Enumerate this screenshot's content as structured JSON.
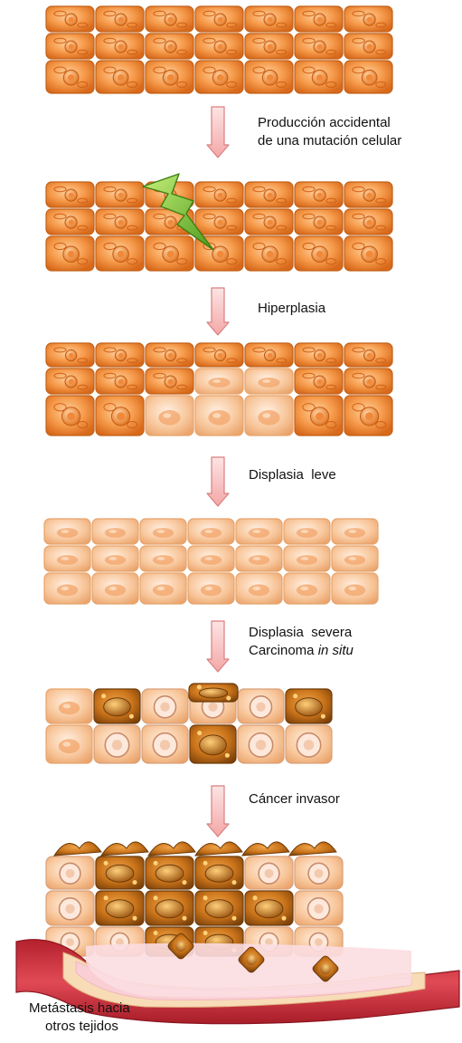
{
  "diagram": {
    "steps": [
      {
        "id": "normal",
        "label": ""
      },
      {
        "id": "mutation",
        "label": "Producción accidental\nde una mutación celular"
      },
      {
        "id": "hyperplasia",
        "label": "Hiperplasia"
      },
      {
        "id": "mild_dysplasia",
        "label": "Displasia  leve"
      },
      {
        "id": "severe_dysplasia",
        "label_line1": "Displasia  severa",
        "label_line2_prefix": "Carcinoma ",
        "label_line2_italic": "in situ"
      },
      {
        "id": "invasive",
        "label": "Cáncer invasor"
      }
    ],
    "metastasis_label_line1": "Metástasis hacia",
    "metastasis_label_line2": "otros tejidos"
  },
  "colors": {
    "normal_cell": "#f59a4a",
    "normal_cell_dark": "#d8691b",
    "pale_cell": "#f8c79c",
    "pale_cell_light": "#fbe1c8",
    "cancer_cell": "#c9731a",
    "cancer_cell_dark": "#8a4a0c",
    "arrow_fill": "#f7c3c3",
    "arrow_stroke": "#d97f7f",
    "lightning": "#7ec63a",
    "vessel_red": "#d8323d",
    "vessel_inner": "#f7d9d9"
  }
}
